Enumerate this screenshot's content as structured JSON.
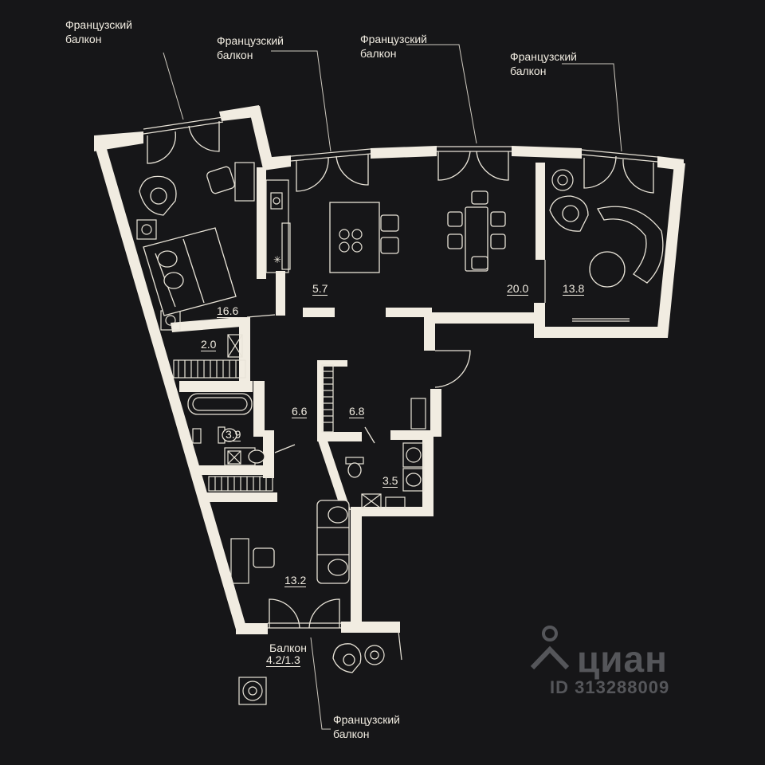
{
  "callouts": {
    "balcony_1": "Французский\nбалкон",
    "balcony_2": "Французский\nбалкон",
    "balcony_3": "Французский\nбалкон",
    "balcony_4": "Французский\nбалкон",
    "balcony_5": "Французский\nбалкон"
  },
  "rooms": {
    "bedroom": "16.6",
    "kitchen": "5.7",
    "dining": "20.0",
    "living": "13.8",
    "closet": "2.0",
    "corridor": "6.6",
    "hall": "6.8",
    "bathroom": "3.9",
    "wc": "3.5",
    "bedroom2": "13.2"
  },
  "balcony": {
    "label": "Балкон",
    "area": "4.2/1.3"
  },
  "watermark": {
    "brand": "циан",
    "id": "ID 313288009"
  },
  "colors": {
    "background": "#161618",
    "wall": "#f1ece1",
    "watermark": "#55565a"
  }
}
